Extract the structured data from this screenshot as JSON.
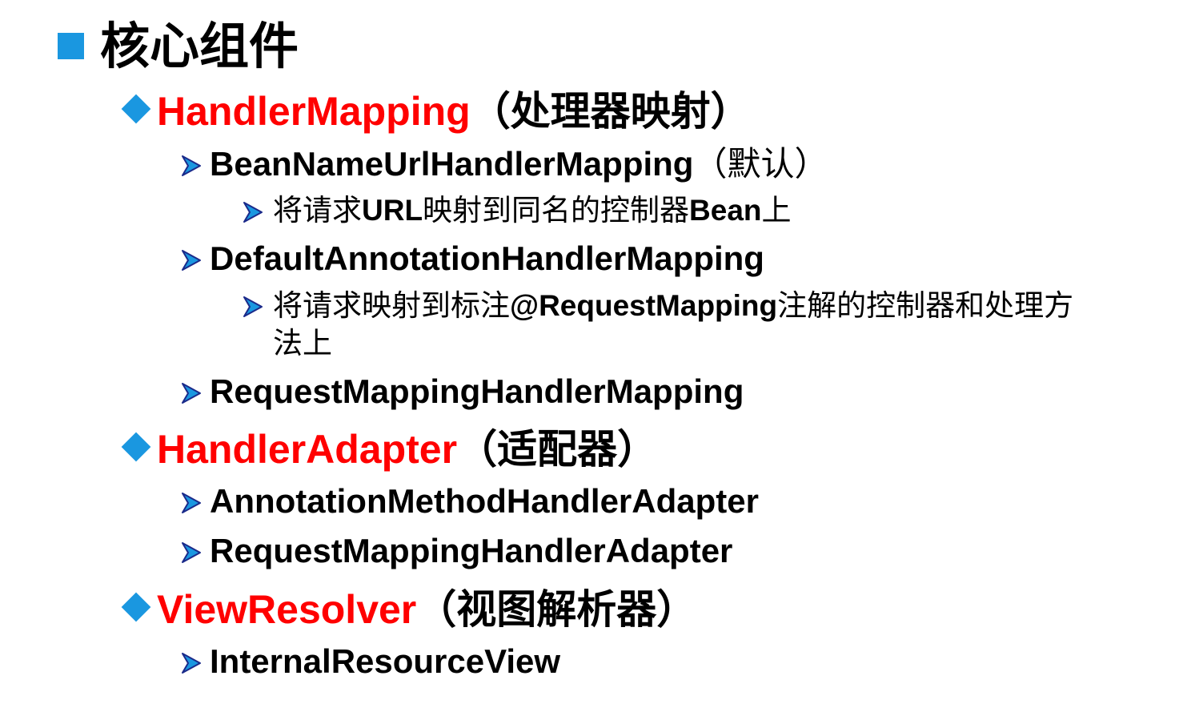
{
  "title": "核心组件",
  "colors": {
    "bullet": "#1a97e0",
    "highlight": "#ff0000",
    "arrow_fill": "#1a97e0",
    "arrow_edge": "#1b2a8a"
  },
  "sections": [
    {
      "name": "HandlerMapping",
      "cn": "（处理器映射）",
      "items": [
        {
          "label": "BeanNameUrlHandlerMapping",
          "note": "（默认）",
          "sub": {
            "parts": [
              "将请求",
              "URL",
              "映射到同名的控制器",
              "Bean",
              "上"
            ]
          }
        },
        {
          "label": "DefaultAnnotationHandlerMapping",
          "sub": {
            "parts": [
              "将请求映射到标注",
              "@RequestMapping",
              "注解的控制器和处理方"
            ],
            "cont": "法上"
          }
        },
        {
          "label": "RequestMappingHandlerMapping"
        }
      ]
    },
    {
      "name": "HandlerAdapter",
      "cn": "（适配器）",
      "items": [
        {
          "label": "AnnotationMethodHandlerAdapter"
        },
        {
          "label": "RequestMappingHandlerAdapter"
        }
      ]
    },
    {
      "name": "ViewResolver",
      "cn": "（视图解析器）",
      "items": [
        {
          "label": "InternalResourceView"
        }
      ]
    }
  ]
}
